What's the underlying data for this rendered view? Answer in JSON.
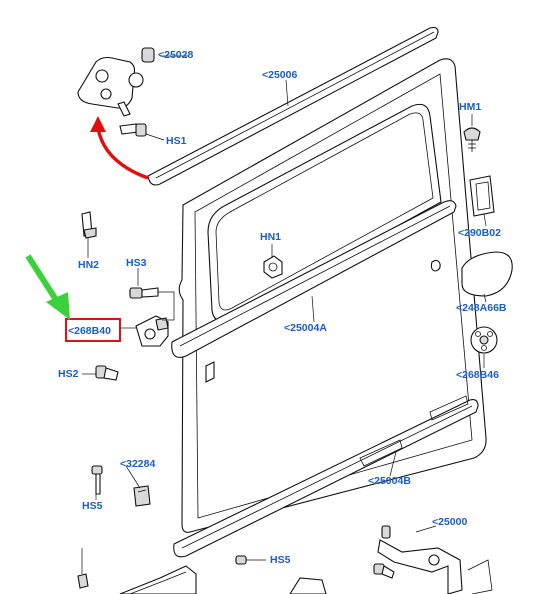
{
  "labels": {
    "p25028": "<25028",
    "p25006": "<25006",
    "hs1": "HS1",
    "hm1": "HM1",
    "hn1": "HN1",
    "hn2": "HN2",
    "hs3": "HS3",
    "p268b40": "<268B40",
    "p25004a": "<25004A",
    "p290b02": "<290B02",
    "p248a66b": "<248A66B",
    "p268b46": "<268B46",
    "hs2": "HS2",
    "p32284": "<32284",
    "p25004b": "<25004B",
    "hs5a": "HS5",
    "hs5b": "HS5",
    "p25000": "<25000"
  },
  "colors": {
    "label_text": "#1a5cc8",
    "highlight_box": "#e01010",
    "red_arrow": "#e01010",
    "green_arrow": "#3ad23a"
  },
  "icons": {
    "red_arrow": "curved-arrow-icon",
    "green_arrow": "down-right-arrow-icon"
  }
}
